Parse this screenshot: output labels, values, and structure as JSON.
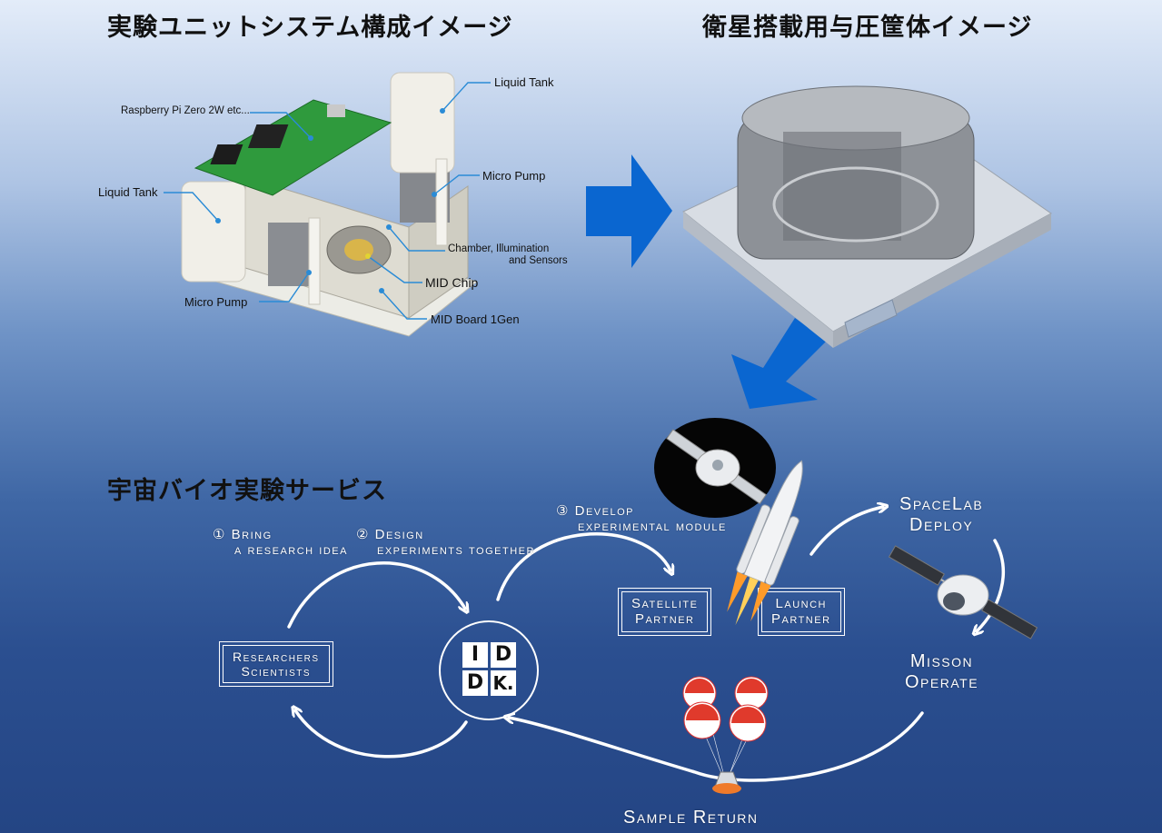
{
  "top": {
    "left_title": "実験ユニットシステム構成イメージ",
    "right_title": "衛星搭載用与圧筐体イメージ"
  },
  "unit_labels": {
    "raspberry": "Raspberry Pi Zero 2W etc...",
    "liquid_tank_right": "Liquid Tank",
    "liquid_tank_left": "Liquid Tank",
    "micro_pump_right": "Micro Pump",
    "chamber_1": "Chamber, Illumination",
    "chamber_2": "and Sensors",
    "mid_chip": "MID Chip",
    "micro_pump_left": "Micro Pump",
    "mid_board": "MID Board 1Gen"
  },
  "service": {
    "title": "宇宙バイオ実験サービス",
    "step1_line1": "① Bring",
    "step1_line2": "a research idea",
    "step2_line1": "② Design",
    "step2_line2": "experiments together",
    "step3_line1": "③ Develop",
    "step3_line2": "experimental module",
    "researchers_1": "Researchers",
    "researchers_2": "Scientists",
    "logo_letters": [
      "I",
      "D",
      "D",
      "K."
    ],
    "satellite_1": "Satellite",
    "satellite_2": "Partner",
    "launch_1": "Launch",
    "launch_2": "Partner",
    "spacelab_1": "SpaceLab",
    "spacelab_2": "Deploy",
    "mission_1": "Misson",
    "mission_2": "Operate",
    "sample_return": "Sample Return"
  },
  "colors": {
    "arrow_blue": "#0a66d0",
    "cycle_white": "#ffffff"
  }
}
